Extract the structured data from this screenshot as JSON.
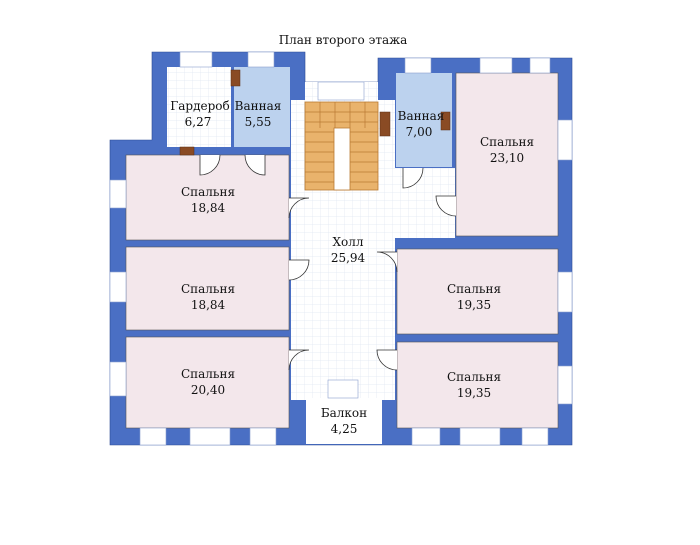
{
  "title": "План второго этажа",
  "colors": {
    "wall": "#4a6fc4",
    "wall_edge": "#2c4a93",
    "bedroom_fill": "#f3e7eb",
    "bath_fill": "#bcd2ee",
    "hall_fill": "#ffffff",
    "stair_fill": "#e9b36c",
    "stair_line": "#b97a33",
    "grid_line": "#dfe7f2",
    "window": "#ffffff",
    "heater": "#8a4b24"
  },
  "rooms": [
    {
      "id": "wardrobe",
      "name": "Гардероб",
      "area": "6,27",
      "fill": "hall"
    },
    {
      "id": "bath-left",
      "name": "Ванная",
      "area": "5,55",
      "fill": "bath"
    },
    {
      "id": "bath-right",
      "name": "Ванная",
      "area": "7,00",
      "fill": "bath"
    },
    {
      "id": "bedroom-ne",
      "name": "Спальня",
      "area": "23,10",
      "fill": "bedroom"
    },
    {
      "id": "bedroom-w1",
      "name": "Спальня",
      "area": "18,84",
      "fill": "bedroom"
    },
    {
      "id": "bedroom-w2",
      "name": "Спальня",
      "area": "18,84",
      "fill": "bedroom"
    },
    {
      "id": "bedroom-sw",
      "name": "Спальня",
      "area": "20,40",
      "fill": "bedroom"
    },
    {
      "id": "hall",
      "name": "Холл",
      "area": "25,94",
      "fill": "hall"
    },
    {
      "id": "bedroom-e",
      "name": "Спальня",
      "area": "19,35",
      "fill": "bedroom"
    },
    {
      "id": "bedroom-se",
      "name": "Спальня",
      "area": "19,35",
      "fill": "bedroom"
    },
    {
      "id": "balcony",
      "name": "Балкон",
      "area": "4,25",
      "fill": "hall"
    }
  ]
}
